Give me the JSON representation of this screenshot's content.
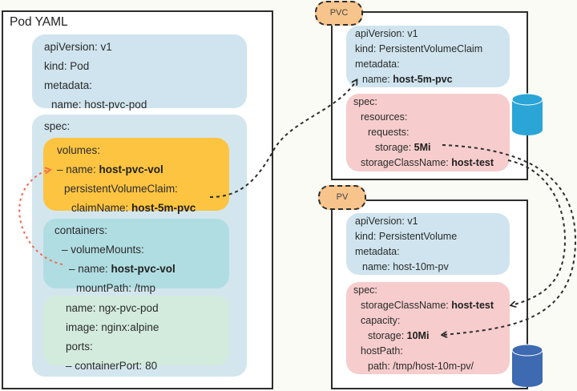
{
  "pod": {
    "title": "Pod YAML",
    "meta": [
      {
        "k": "apiVersion: ",
        "v": "v1",
        "bold": false,
        "indent": 0
      },
      {
        "k": "kind: ",
        "v": "Pod",
        "bold": false,
        "indent": 0
      },
      {
        "k": "metadata:",
        "v": "",
        "bold": false,
        "indent": 0
      },
      {
        "k": "name: ",
        "v": "host-pvc-pod",
        "bold": false,
        "indent": 1
      }
    ],
    "spec_label": "spec:",
    "volumes": [
      {
        "k": "volumes:",
        "v": "",
        "bold": false,
        "indent": 0
      },
      {
        "k": "– name: ",
        "v": "host-pvc-vol",
        "bold": true,
        "indent": 0
      },
      {
        "k": "persistentVolumeClaim:",
        "v": "",
        "bold": false,
        "indent": 1
      },
      {
        "k": "claimName: ",
        "v": "host-5m-pvc",
        "bold": true,
        "indent": 2
      }
    ],
    "containers": [
      {
        "k": "containers:",
        "v": "",
        "bold": false,
        "indent": 0
      },
      {
        "k": "– volumeMounts:",
        "v": "",
        "bold": false,
        "indent": 1
      },
      {
        "k": "– name: ",
        "v": "host-pvc-vol",
        "bold": true,
        "indent": 2
      },
      {
        "k": "mountPath: ",
        "v": "/tmp",
        "bold": false,
        "indent": 3
      }
    ],
    "container_spec": [
      {
        "k": "name: ",
        "v": "ngx-pvc-pod",
        "bold": false,
        "indent": 0
      },
      {
        "k": "image: ",
        "v": "nginx:alpine",
        "bold": false,
        "indent": 0
      },
      {
        "k": "ports:",
        "v": "",
        "bold": false,
        "indent": 0
      },
      {
        "k": "– containerPort: ",
        "v": "80",
        "bold": false,
        "indent": 0
      }
    ]
  },
  "pvc": {
    "tag": "PVC",
    "meta": [
      {
        "k": "apiVersion: ",
        "v": "v1",
        "bold": false,
        "indent": 0
      },
      {
        "k": "kind: ",
        "v": "PersistentVolumeClaim",
        "bold": false,
        "indent": 0
      },
      {
        "k": "metadata:",
        "v": "",
        "bold": false,
        "indent": 0
      },
      {
        "k": "name: ",
        "v": "host-5m-pvc",
        "bold": true,
        "indent": 1
      }
    ],
    "spec": [
      {
        "k": "spec:",
        "v": "",
        "bold": false,
        "indent": 0
      },
      {
        "k": "resources:",
        "v": "",
        "bold": false,
        "indent": 1
      },
      {
        "k": "requests:",
        "v": "",
        "bold": false,
        "indent": 2
      },
      {
        "k": "storage: ",
        "v": "5Mi",
        "bold": true,
        "indent": 3
      },
      {
        "k": "storageClassName: ",
        "v": "host-test",
        "bold": true,
        "indent": 1
      }
    ],
    "cylinder_color": "#2aa5d6"
  },
  "pv": {
    "tag": "PV",
    "meta": [
      {
        "k": "apiVersion: ",
        "v": "v1",
        "bold": false,
        "indent": 0
      },
      {
        "k": "kind: ",
        "v": "PersistentVolume",
        "bold": false,
        "indent": 0
      },
      {
        "k": "metadata:",
        "v": "",
        "bold": false,
        "indent": 0
      },
      {
        "k": "name: ",
        "v": "host-10m-pv",
        "bold": false,
        "indent": 1
      }
    ],
    "spec": [
      {
        "k": "spec:",
        "v": "",
        "bold": false,
        "indent": 0
      },
      {
        "k": "storageClassName: ",
        "v": "host-test",
        "bold": true,
        "indent": 1
      },
      {
        "k": "capacity:",
        "v": "",
        "bold": false,
        "indent": 1
      },
      {
        "k": "storage: ",
        "v": "10Mi",
        "bold": true,
        "indent": 2
      },
      {
        "k": "hostPath:",
        "v": "",
        "bold": false,
        "indent": 1
      },
      {
        "k": "path: ",
        "v": "/tmp/host-10m-pv/",
        "bold": false,
        "indent": 2
      }
    ],
    "cylinder_color": "#3d6ab0"
  },
  "colors": {
    "red_arrow": "#ee6a4f",
    "black_arrow": "#2d2d2d"
  }
}
